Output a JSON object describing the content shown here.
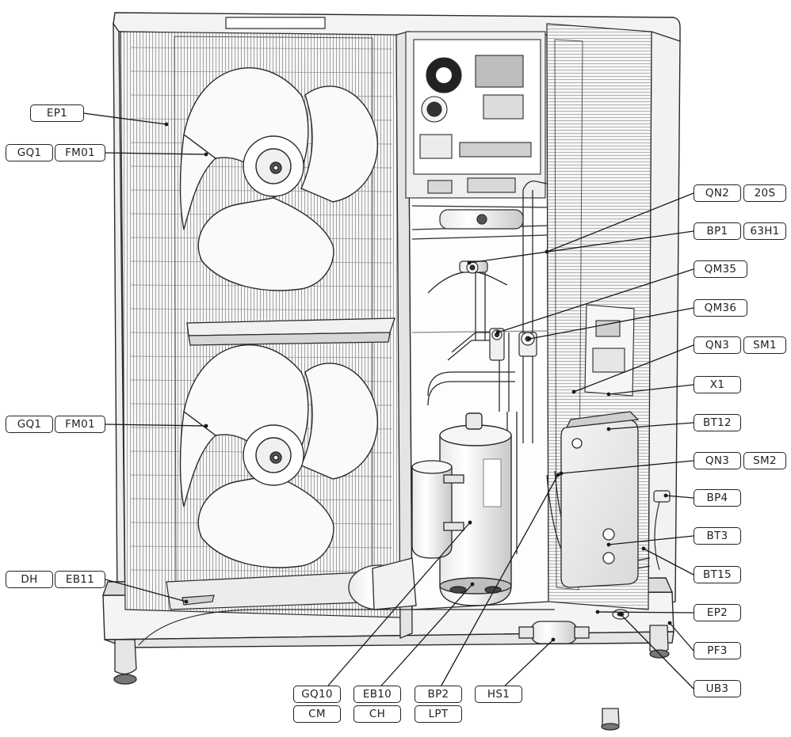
{
  "labels": {
    "ep1": "EP1",
    "gq1_a": "GQ1",
    "fm01_a": "FM01",
    "gq1_b": "GQ1",
    "fm01_b": "FM01",
    "dh": "DH",
    "eb11": "EB11",
    "qn2": "QN2",
    "s20": "20S",
    "bp1": "BP1",
    "h63": "63H1",
    "qm35": "QM35",
    "qm36": "QM36",
    "qn3_a": "QN3",
    "sm1": "SM1",
    "x1": "X1",
    "bt12": "BT12",
    "qn3_b": "QN3",
    "sm2": "SM2",
    "bp4": "BP4",
    "bt3": "BT3",
    "bt15": "BT15",
    "ep2": "EP2",
    "pf3": "PF3",
    "ub3": "UB3",
    "gq10": "GQ10",
    "cm": "CM",
    "eb10": "EB10",
    "ch": "CH",
    "bp2": "BP2",
    "lpt": "LPT",
    "hs1": "HS1"
  }
}
